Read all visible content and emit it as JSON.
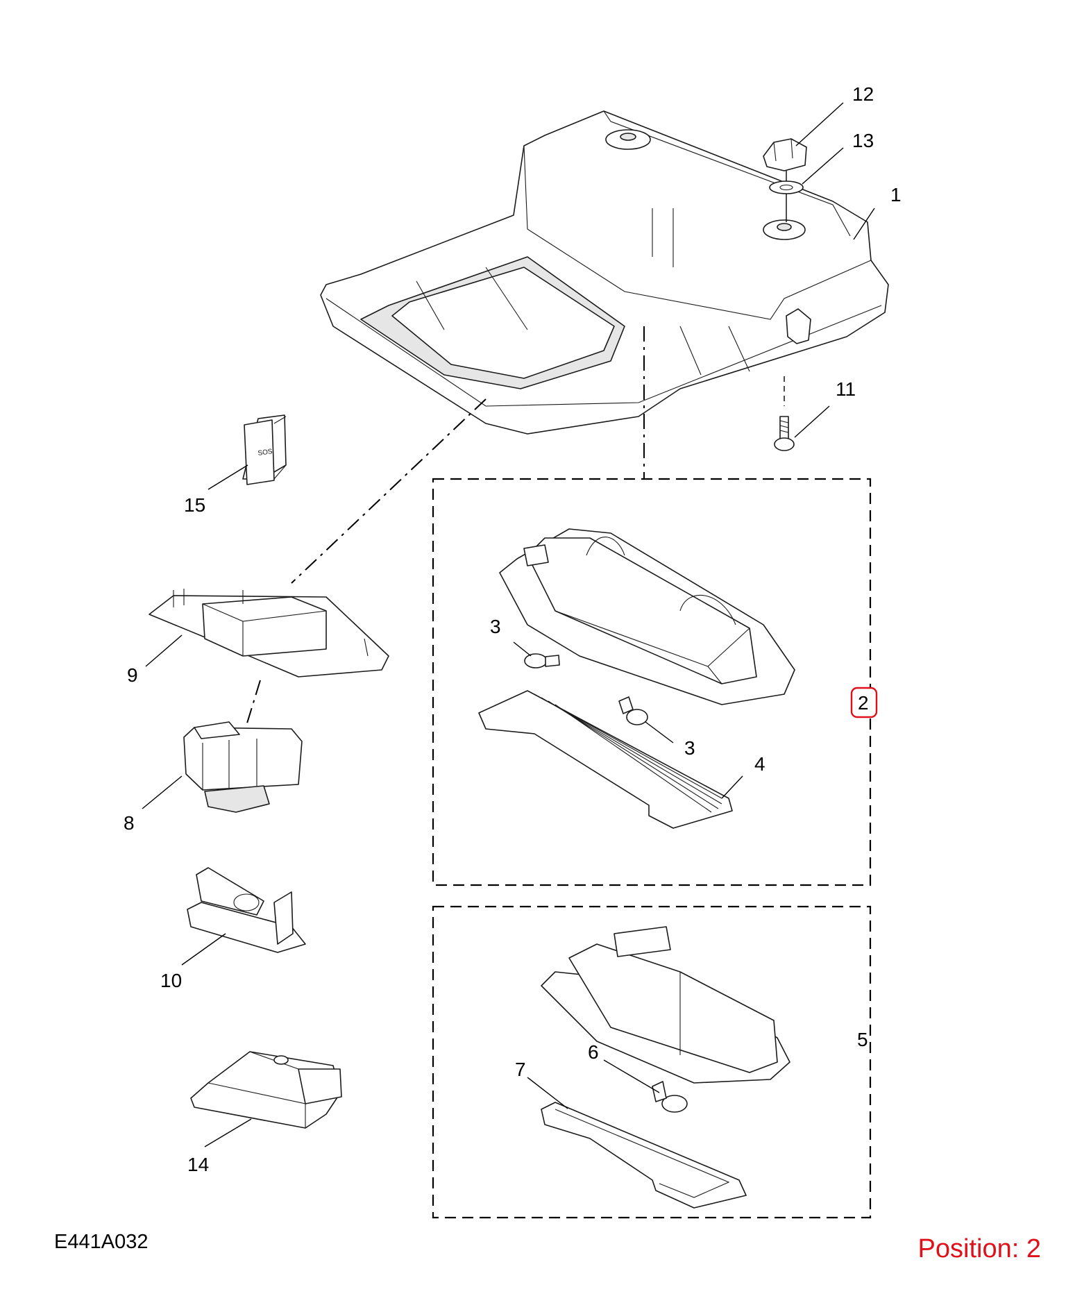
{
  "colors": {
    "line": "#1a1a1a",
    "highlight": "#e0101a",
    "background": "#ffffff"
  },
  "callouts": {
    "c1": "1",
    "c2": "2",
    "c3a": "3",
    "c3b": "3",
    "c4": "4",
    "c5": "5",
    "c6": "6",
    "c7": "7",
    "c8": "8",
    "c9": "9",
    "c10": "10",
    "c11": "11",
    "c12": "12",
    "c13": "13",
    "c14": "14",
    "c15": "15"
  },
  "sos_button_text": "SOS",
  "diagram_code": "E441A032",
  "position_label": "Position: 2",
  "highlighted_callout": "2"
}
